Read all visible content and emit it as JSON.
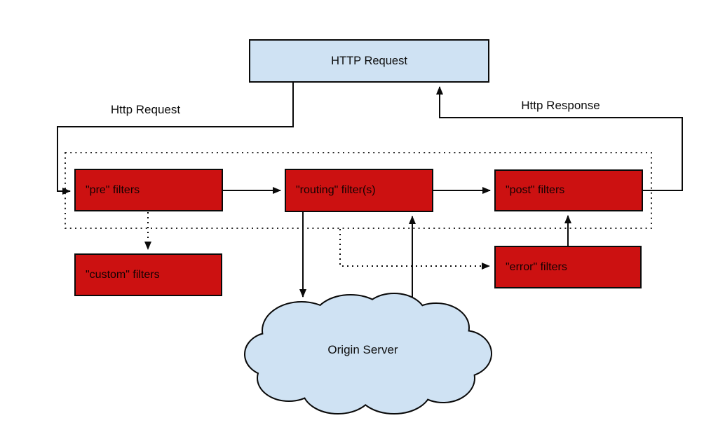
{
  "diagram": {
    "title_box": {
      "label": "HTTP Request"
    },
    "flow_labels": {
      "request": "Http Request",
      "response": "Http Response"
    },
    "filter_boxes": {
      "pre": {
        "label": "\"pre\" filters"
      },
      "routing": {
        "label": "\"routing\" filter(s)"
      },
      "post": {
        "label": "\"post\" filters"
      },
      "custom": {
        "label": "\"custom\" filters"
      },
      "error": {
        "label": "\"error\" filters"
      }
    },
    "cloud": {
      "label": "Origin Server"
    },
    "edges": [
      {
        "id": "http-request-to-pre",
        "from": "http-request-box",
        "to": "pre-filters",
        "style": "solid",
        "label": "Http Request"
      },
      {
        "id": "pre-to-routing",
        "from": "pre-filters",
        "to": "routing-filters",
        "style": "solid",
        "label": ""
      },
      {
        "id": "routing-to-post",
        "from": "routing-filters",
        "to": "post-filters",
        "style": "solid",
        "label": ""
      },
      {
        "id": "routing-to-origin",
        "from": "routing-filters",
        "to": "origin-server",
        "style": "solid",
        "label": ""
      },
      {
        "id": "origin-to-routing",
        "from": "origin-server",
        "to": "routing-filters",
        "style": "solid",
        "label": ""
      },
      {
        "id": "error-to-post",
        "from": "error-filters",
        "to": "post-filters",
        "style": "solid",
        "label": ""
      },
      {
        "id": "post-to-http-request",
        "from": "post-filters",
        "to": "http-request-box",
        "style": "solid",
        "label": "Http Response"
      },
      {
        "id": "pre-to-custom",
        "from": "pre-filters",
        "to": "custom-filters",
        "style": "dotted",
        "label": ""
      },
      {
        "id": "filters-to-error",
        "from": "filter-container",
        "to": "error-filters",
        "style": "dotted",
        "label": ""
      }
    ]
  },
  "colors": {
    "box_red": "#cc1111",
    "box_blue": "#cfe2f3",
    "line": "#0a0a0a",
    "text_dark": "#0d0d0d"
  }
}
